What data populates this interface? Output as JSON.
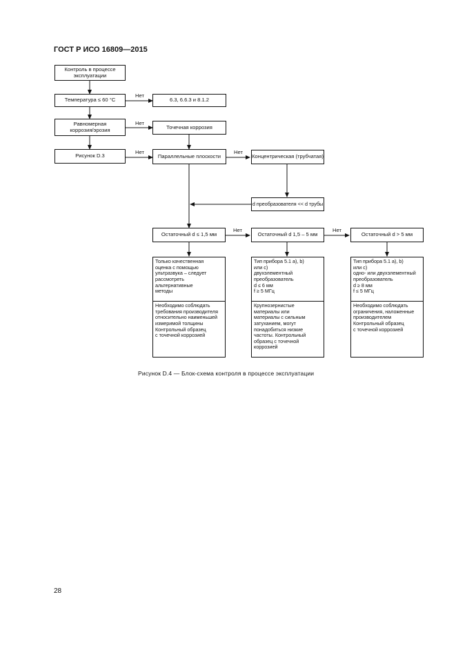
{
  "header": "ГОСТ Р ИСО 16809—2015",
  "page_number": "28",
  "caption": "Рисунок  D.4 — Блок-схема контроля в процессе эксплуатации",
  "flow": {
    "start": "Контроль в процессе\nэксплуатации",
    "temperature": "Температура ≤ 60 °С",
    "uniform_corrosion": "Равномерная\nкоррозия/эрозия",
    "figure_d3": "Рисунок D.3",
    "ref_63": "6.3, 6.6.3 и 8.1.2",
    "pitting": "Точечная коррозия",
    "parallel": "Параллельные плоскости",
    "concentric": "Концентрическая (трубчатая)",
    "d_transducer": "d преобразователя << d трубы",
    "residual_1": "Остаточный d ≤ 1,5 мм",
    "residual_2": "Остаточный d 1,5 – 5 мм",
    "residual_3": "Остаточный d > 5 мм",
    "no_label": "Нет"
  },
  "results": {
    "col1_top": "Только качественная\nоценка с помощью\nультразвука – следует\nрассмотреть\nальтернативные\nметоды",
    "col1_bottom": "Необходимо соблюдать\nтребования производителя\nотносительно наименьшей\nизмеримой толщины\nКонтрольный образец\nс точечной коррозией",
    "col2_top": "Тип прибора 5.1 а), b)\nили с)\nдвухэлементный\nпреобразователь\nd ≤ 6 мм\nf ≥ 5 МГц",
    "col2_bottom": "Крупнозернистые\nматериалы или\nматериалы с сильным\nзатуханием, могут\nпонадобиться низкие\nчастоты. Контрольный\nобразец с точечной\nкоррозией",
    "col3_top": "Тип прибора 5.1 а), b)\nили с)\nодно- или двухэлементный\nпреобразователь\nd ≥ 8 мм\nf ≤ 5 МГц",
    "col3_bottom": "Необходимо соблюдать\nограничения, наложенные\nпроизводителем\nКонтрольный образец\nс точечной коррозией"
  }
}
